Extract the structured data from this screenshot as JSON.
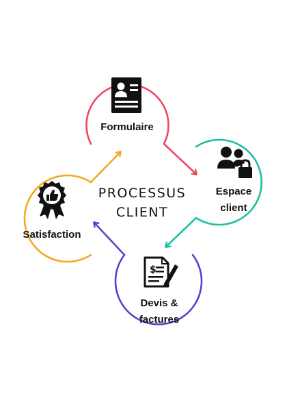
{
  "diagram": {
    "title_line1": "PROCESSUS",
    "title_line2": "CLIENT",
    "steps": [
      {
        "label": "Formulaire",
        "icon": "profile-form-icon",
        "color": "#ef4565"
      },
      {
        "label_line1": "Espace",
        "label_line2": "client",
        "icon": "users-lock-icon",
        "color": "#1dbf9f"
      },
      {
        "label_line1": "Devis &",
        "label_line2": "factures",
        "icon": "invoice-sign-icon",
        "color": "#5b3fcf"
      },
      {
        "label": "Satisfaction",
        "icon": "thumbs-up-badge-icon",
        "color": "#f5a623"
      }
    ]
  }
}
